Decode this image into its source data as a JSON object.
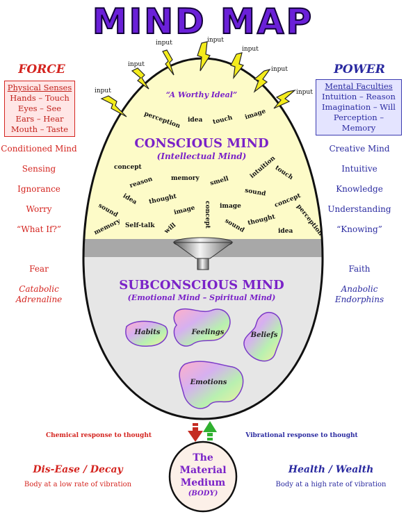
{
  "title": "MIND MAP",
  "left": {
    "heading": "FORCE",
    "box_title": "Physical Senses",
    "box_items": [
      "Hands – Touch",
      "Eyes – See",
      "Ears – Hear",
      "Mouth – Taste"
    ],
    "items": [
      "Conditioned Mind",
      "Sensing",
      "Ignorance",
      "Worry",
      "“What If?”"
    ],
    "lower": "Fear",
    "lower_italic": [
      "Catabolic",
      "Adrenaline"
    ]
  },
  "right": {
    "heading": "POWER",
    "box_title": "Mental Faculties",
    "box_items": [
      "Intuition – Reason",
      "Imagination – Will",
      "Perception – Memory"
    ],
    "items": [
      "Creative Mind",
      "Intuitive",
      "Knowledge",
      "Understanding",
      "“Knowing”"
    ],
    "lower": "Faith",
    "lower_italic": [
      "Anabolic",
      "Endorphins"
    ]
  },
  "egg": {
    "ideal": "“A Worthy Ideal”",
    "conscious_title": "CONSCIOUS MIND",
    "conscious_sub": "(Intellectual Mind)",
    "subconscious_title": "SUBCONSCIOUS MIND",
    "subconscious_sub": "(Emotional Mind – Spiritual Mind)",
    "input_label": "input",
    "words": [
      "perception",
      "idea",
      "touch",
      "image",
      "concept",
      "reason",
      "memory",
      "smell",
      "intuition",
      "touch",
      "idea",
      "thought",
      "sound",
      "concept",
      "sound",
      "image",
      "concept",
      "image",
      "memory",
      "Self-talk",
      "will",
      "sound",
      "thought",
      "idea",
      "perception"
    ],
    "blobs": [
      "Habits",
      "Feelings",
      "Beliefs",
      "Emotions"
    ]
  },
  "bottom": {
    "left_response": "Chemical response to thought",
    "right_response": "Vibrational response to thought",
    "left_head": "Dis-Ease / Decay",
    "left_sub": "Body at a low rate of vibration",
    "right_head": "Health / Wealth",
    "right_sub": "Body at a high rate of vibration",
    "medium": [
      "The",
      "Material",
      "Medium"
    ],
    "medium_sub": "(BODY)"
  },
  "colors": {
    "force": "#d4241f",
    "power": "#2a2aa0",
    "purple": "#7a22c8",
    "conscious_fill": "#fdfbc8",
    "subconscious_fill": "#e6e6e6",
    "band": "#a8a8a8"
  }
}
